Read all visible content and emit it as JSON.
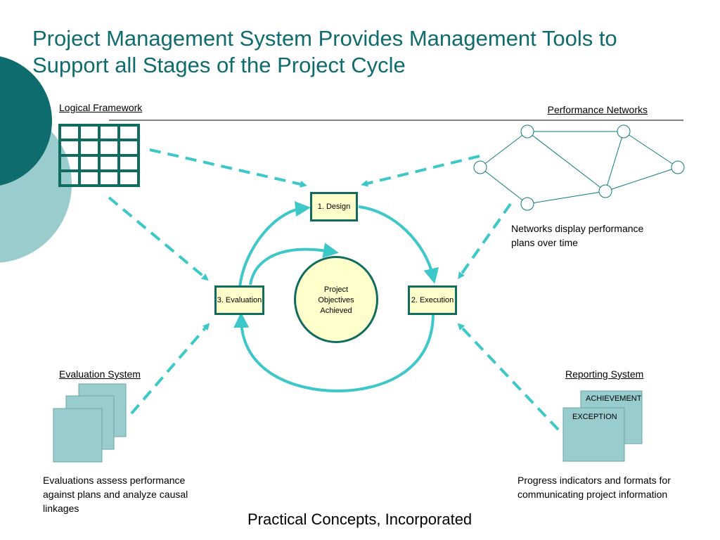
{
  "title": "Project Management System Provides Management Tools to Support all Stages of the Project Cycle",
  "logical_framework": {
    "label": "Logical Framework"
  },
  "performance_networks": {
    "label": "Performance Networks",
    "caption": "Networks display performance plans over time"
  },
  "cycle": {
    "design": "1. Design",
    "execution": "2. Execution",
    "evaluation": "3. Evaluation",
    "center": "Project Objectives Achieved"
  },
  "evaluation_system": {
    "label": "Evaluation System",
    "caption": "Evaluations assess performance against plans and analyze causal linkages"
  },
  "reporting_system": {
    "label": "Reporting System",
    "doc_back": "ACHIEVEMENT",
    "doc_front": "EXCEPTION",
    "caption": "Progress indicators and formats for communicating project information"
  },
  "footer": "Practical Concepts, Incorporated",
  "colors": {
    "dark_teal": "#0f6c6e",
    "light_teal": "#99cccc",
    "arrow_cyan": "#3cc8c8",
    "node_fill": "#ffffcc",
    "doc_fill": "#99cccc"
  }
}
